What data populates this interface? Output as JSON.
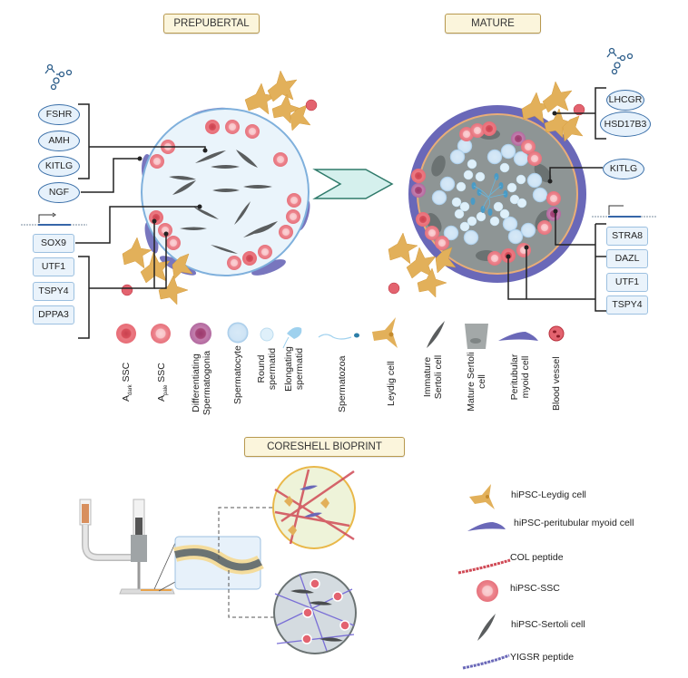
{
  "stages": {
    "prepubertal": "PREPUBERTAL",
    "mature": "MATURE",
    "bioprint": "CORESHELL BIOPRINT"
  },
  "prepubertal_markers": {
    "hormone_ovals": [
      "FSHR",
      "AMH",
      "KITLG",
      "NGF"
    ],
    "gene_boxes": [
      "SOX9",
      "UTF1",
      "TSPY4",
      "DPPA3"
    ]
  },
  "mature_markers": {
    "hormone_ovals": [
      "LHCGR",
      "HSD17B3",
      "KITLG"
    ],
    "gene_boxes": [
      "STRA8",
      "DAZL",
      "UTF1",
      "TSPY4"
    ]
  },
  "cell_legend": [
    {
      "label": "A",
      "sub": "dark",
      "suffix": " SSC",
      "icon": "adark-ssc-icon"
    },
    {
      "label": "A",
      "sub": "pale",
      "suffix": " SSC",
      "icon": "apale-ssc-icon"
    },
    {
      "label": "Differentiating Spermatogonia",
      "icon": "differentiating-spermatogonia-icon"
    },
    {
      "label": "Spermatocyte",
      "icon": "spermatocyte-icon"
    },
    {
      "label": "Round spermatid",
      "icon": "round-spermatid-icon"
    },
    {
      "label": "Elongating spermatid",
      "icon": "elongating-spermatid-icon"
    },
    {
      "label": "Spermatozoa",
      "icon": "spermatozoa-icon"
    },
    {
      "label": "Leydig cell",
      "icon": "leydig-cell-icon"
    },
    {
      "label": "Immature Sertoli cell",
      "icon": "immature-sertoli-cell-icon"
    },
    {
      "label": "Mature Sertoli cell",
      "icon": "mature-sertoli-cell-icon"
    },
    {
      "label": "Peritubular myoid cell",
      "icon": "peritubular-myoid-cell-icon"
    },
    {
      "label": "Blood vessel",
      "icon": "blood-vessel-icon"
    }
  ],
  "bioprint_legend": [
    {
      "label": "hiPSC-Leydig cell",
      "icon": "leydig-cell-icon"
    },
    {
      "label": "hiPSC-peritubular myoid cell",
      "icon": "peritubular-myoid-cell-icon"
    },
    {
      "label": "COL peptide",
      "icon": "col-peptide-icon"
    },
    {
      "label": "hiPSC-SSC",
      "icon": "ssc-icon"
    },
    {
      "label": "hiPSC-Sertoli cell",
      "icon": "sertoli-cell-icon"
    },
    {
      "label": "YIGSR peptide",
      "icon": "yigsr-peptide-icon"
    }
  ],
  "colors": {
    "lumen_prepubertal": "#eaf4fb",
    "tubule_border": "#7fb0dc",
    "mature_interior": "#8e9595",
    "myoid": "#6a68b8",
    "ssc_red": "#e06670",
    "leydig": "#e2b05a",
    "sertoli": "#5a5d5e",
    "arrow_fill": "#d5f0ed",
    "arrow_stroke": "#2f7a6a",
    "title_fill": "#fbf5dc",
    "title_border": "#b8994f"
  }
}
